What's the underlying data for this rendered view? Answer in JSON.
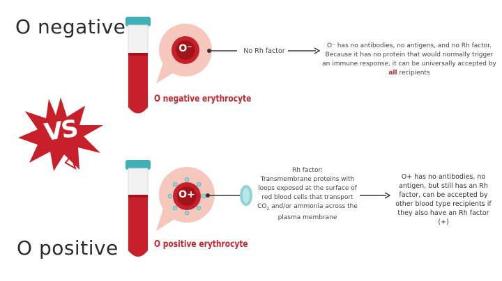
{
  "top": {
    "blood_type": "O negative",
    "cell_symbol": "O⁻",
    "erythrocyte_label": "O negative erythrocyte",
    "arrow_text": "No Rh factor",
    "description_pre": "O⁻ has no antibodies, no antigens, and no Rh factor. Because it has no protein that would normally trigger an immune response, it can be universally accepted by ",
    "description_highlight": "all",
    "description_post": " recipients"
  },
  "vs_label": "VS",
  "bottom": {
    "blood_type": "O positive",
    "cell_symbol": "O+",
    "erythrocyte_label": "O positive erythrocyte",
    "rh_title": "Rh factor:",
    "rh_description_a": "Transmembrane proteins with loops exposed at the surface of red blood cells that transport CO",
    "rh_description_sub": "2",
    "rh_description_b": " and/or ammonia across the plasma membrane",
    "description": "O+ has no antibodies, no antigen, but still has an Rh factor, can be accepted by other blood type recipients if they also have an Rh factor (+)"
  },
  "colors": {
    "blood": "#c8202a",
    "tube_cap": "#3fb0b5",
    "bubble": "#f6c7bd",
    "rh_protein": "#8fd3d6"
  }
}
